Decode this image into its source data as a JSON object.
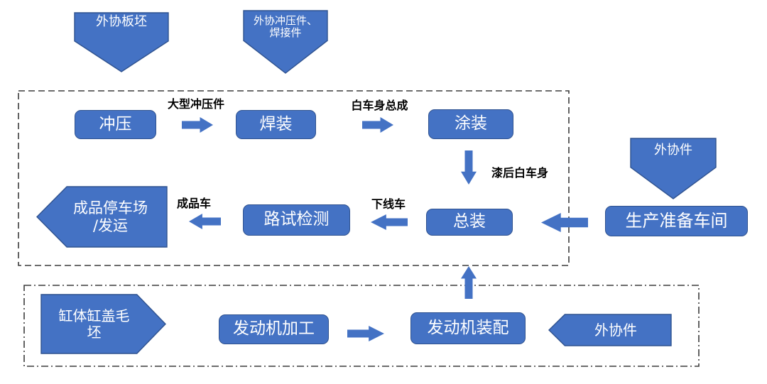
{
  "shapes": {
    "outsourced_slab": {
      "label": "外协板坯"
    },
    "outsourced_stamping": {
      "line1": "外协冲压件、",
      "line2": "焊接件"
    },
    "stamping": {
      "label": "冲压"
    },
    "welding": {
      "label": "焊装"
    },
    "painting": {
      "label": "涂装"
    },
    "final_assembly": {
      "label": "总装"
    },
    "road_test": {
      "label": "路试检测"
    },
    "finished_lot": {
      "line1": "成品停车场",
      "line2": "/发运"
    },
    "prep_workshop": {
      "label": "生产准备车间"
    },
    "outsourced_parts_top": {
      "label": "外协件"
    },
    "cylinder_blank": {
      "line1": "缸体缸盖毛",
      "line2": "坯"
    },
    "engine_machining": {
      "label": "发动机加工"
    },
    "engine_assembly": {
      "label": "发动机装配"
    },
    "outsourced_parts_bottom": {
      "label": "外协件"
    }
  },
  "flow_labels": {
    "large_stampings": "大型冲压件",
    "body_in_white": "白车身总成",
    "painted_body": "漆后白车身",
    "offline_car": "下线车",
    "finished_car": "成品车"
  },
  "colors": {
    "shape_fill": "#4472C4",
    "shape_border": "#2F528F",
    "text_on_shape": "#FFFFFF",
    "label_text": "#000000",
    "boundary_stroke": "#3B3B3B"
  }
}
